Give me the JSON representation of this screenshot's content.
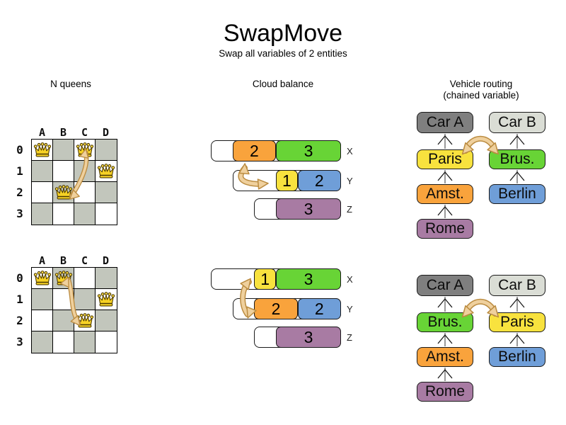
{
  "title": "SwapMove",
  "subtitle": "Swap all variables of 2 entities",
  "colors": {
    "orange": "#f9a33c",
    "green": "#68d436",
    "yellow": "#f8e23e",
    "blue": "#6f9ed8",
    "purple": "#a87ba3",
    "car_a_gray": "#7f7f7f",
    "car_b_gray": "#daddd5",
    "board_gray": "#c2c6bc",
    "board_white": "#ffffff",
    "arrow_fill": "#efd09d",
    "arrow_stroke": "#bb8c41"
  },
  "nqueens": {
    "label": "N queens",
    "column_labels": [
      "A",
      "B",
      "C",
      "D"
    ],
    "row_labels": [
      "0",
      "1",
      "2",
      "3"
    ],
    "before": {
      "queens": [
        {
          "col": "A",
          "row": "0"
        },
        {
          "col": "C",
          "row": "0"
        },
        {
          "col": "D",
          "row": "1"
        },
        {
          "col": "B",
          "row": "2"
        }
      ]
    },
    "after": {
      "queens": [
        {
          "col": "A",
          "row": "0"
        },
        {
          "col": "B",
          "row": "0"
        },
        {
          "col": "D",
          "row": "1"
        },
        {
          "col": "C",
          "row": "2"
        }
      ]
    }
  },
  "cloud": {
    "label": "Cloud balance",
    "computers": [
      {
        "name": "X",
        "capacity": 6
      },
      {
        "name": "Y",
        "capacity": 5
      },
      {
        "name": "Z",
        "capacity": 4
      }
    ],
    "before": [
      {
        "computer": "X",
        "processes": [
          {
            "size": 2,
            "color": "orange"
          },
          {
            "size": 3,
            "color": "green"
          }
        ]
      },
      {
        "computer": "Y",
        "processes": [
          {
            "size": 1,
            "color": "yellow"
          },
          {
            "size": 2,
            "color": "blue"
          }
        ]
      },
      {
        "computer": "Z",
        "processes": [
          {
            "size": 3,
            "color": "purple"
          }
        ]
      }
    ],
    "after": [
      {
        "computer": "X",
        "processes": [
          {
            "size": 1,
            "color": "yellow"
          },
          {
            "size": 3,
            "color": "green"
          }
        ]
      },
      {
        "computer": "Y",
        "processes": [
          {
            "size": 2,
            "color": "orange"
          },
          {
            "size": 2,
            "color": "blue"
          }
        ]
      },
      {
        "computer": "Z",
        "processes": [
          {
            "size": 3,
            "color": "purple"
          }
        ]
      }
    ]
  },
  "vehicle": {
    "label": "Vehicle routing",
    "sublabel": "(chained variable)",
    "box_colors": {
      "Car A": "car_a_gray",
      "Car B": "car_b_gray",
      "Paris": "yellow",
      "Brus.": "green",
      "Amst.": "orange",
      "Berlin": "blue",
      "Rome": "purple"
    },
    "before": {
      "chains": [
        [
          "Car A",
          "Paris",
          "Amst.",
          "Rome"
        ],
        [
          "Car B",
          "Brus.",
          "Berlin"
        ]
      ]
    },
    "after": {
      "chains": [
        [
          "Car A",
          "Brus.",
          "Amst.",
          "Rome"
        ],
        [
          "Car B",
          "Paris",
          "Berlin"
        ]
      ]
    }
  }
}
